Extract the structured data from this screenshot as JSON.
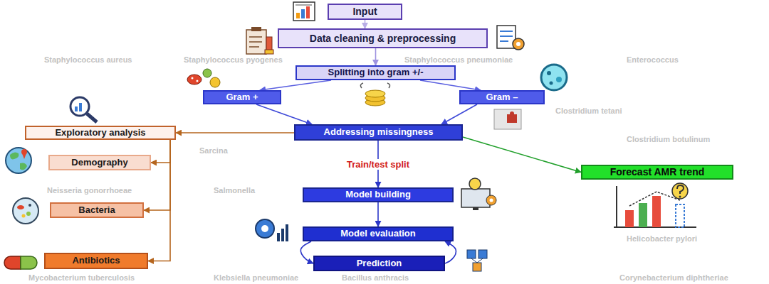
{
  "diagram": {
    "nodes": [
      {
        "text": [
          "Input"
        ]
      },
      {
        "text": [
          "Data cleaning & preprocessing"
        ]
      },
      {
        "text": [
          "Splitting into gram +/-"
        ]
      },
      {
        "text": [
          "Gram +"
        ]
      },
      {
        "text": [
          "Gram –"
        ]
      },
      {
        "text": [
          "Addressing missingness"
        ]
      },
      {
        "text": [
          "Exploratory analysis"
        ]
      },
      {
        "text": [
          "Demography"
        ]
      },
      {
        "text": [
          "Bacteria"
        ]
      },
      {
        "text": [
          "Antibiotics"
        ]
      },
      {
        "text": [
          "Forecast AMR trend"
        ]
      },
      {
        "text": [
          "Model building"
        ]
      },
      {
        "text": [
          "Model evaluation"
        ]
      },
      {
        "text": [
          "Prediction"
        ]
      }
    ],
    "edges": [
      {
        "from": 0,
        "to": 1,
        "arrow": "to"
      },
      {
        "from": 1,
        "to": 2,
        "arrow": "to"
      },
      {
        "from": 2,
        "to": 3,
        "arrow": "to"
      },
      {
        "from": 2,
        "to": 4,
        "arrow": "to"
      },
      {
        "from": 3,
        "to": 5,
        "arrow": "to"
      },
      {
        "from": 4,
        "to": 5,
        "arrow": "to"
      },
      {
        "from": 5,
        "to": 6,
        "arrow": "to"
      },
      {
        "from": 5,
        "to": 10,
        "arrow": "to"
      },
      {
        "from": 5,
        "to": 11,
        "label": "Train/test split",
        "arrow": "to"
      },
      {
        "from": 6,
        "to": 7,
        "arrow": "to"
      },
      {
        "from": 6,
        "to": 8,
        "arrow": "to"
      },
      {
        "from": 6,
        "to": 9,
        "arrow": "to"
      },
      {
        "from": 11,
        "to": 12,
        "arrow": "to"
      },
      {
        "from": 12,
        "to": 13,
        "arrow": "to"
      },
      {
        "from": 13,
        "to": 12,
        "arrow": "to"
      }
    ],
    "labels": [
      "Staphylococcus aureus",
      "Staphylococcus pyogenes",
      "Staphylococcus pneumoniae",
      "Enterococcus",
      "Clostridium tetani",
      "Clostridium botulinum",
      "Sarcina",
      "Neisseria gonorrhoeae",
      "Salmonella",
      "Helicobacter pylori",
      "Mycobacterium tuberculosis",
      "Klebsiella pneumoniae",
      "Bacillus anthracis",
      "Corynebacterium diphtheriae"
    ]
  }
}
